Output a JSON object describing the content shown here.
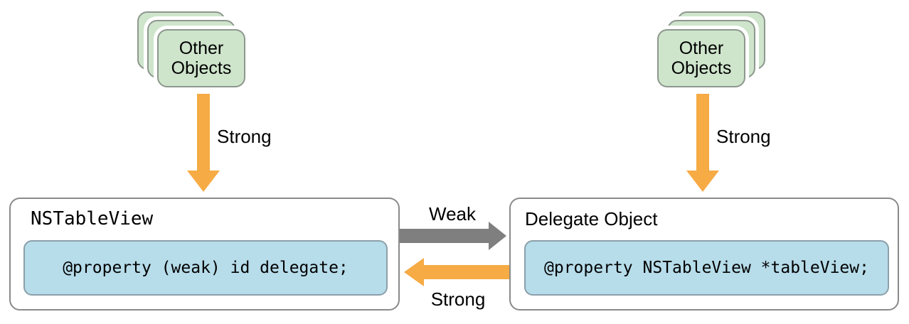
{
  "colors": {
    "strong": "#f6ab44",
    "weak": "#7f7f7f",
    "card_fill": "#cee5cc",
    "card_border": "#8e978e",
    "code_fill": "#b7dcea",
    "code_border": "#8ba0aa",
    "box_border": "#8a8a8a",
    "text": "#000000",
    "background": "#ffffff"
  },
  "left": {
    "stack": {
      "line1": "Other",
      "line2": "Objects"
    },
    "down_arrow_label": "Strong",
    "box": {
      "title": "NSTableView",
      "code": "@property (weak) id delegate;"
    }
  },
  "right": {
    "stack": {
      "line1": "Other",
      "line2": "Objects"
    },
    "down_arrow_label": "Strong",
    "box": {
      "title": "Delegate Object",
      "code": "@property NSTableView *tableView;"
    }
  },
  "middle": {
    "weak_arrow_label": "Weak",
    "strong_arrow_label": "Strong"
  }
}
